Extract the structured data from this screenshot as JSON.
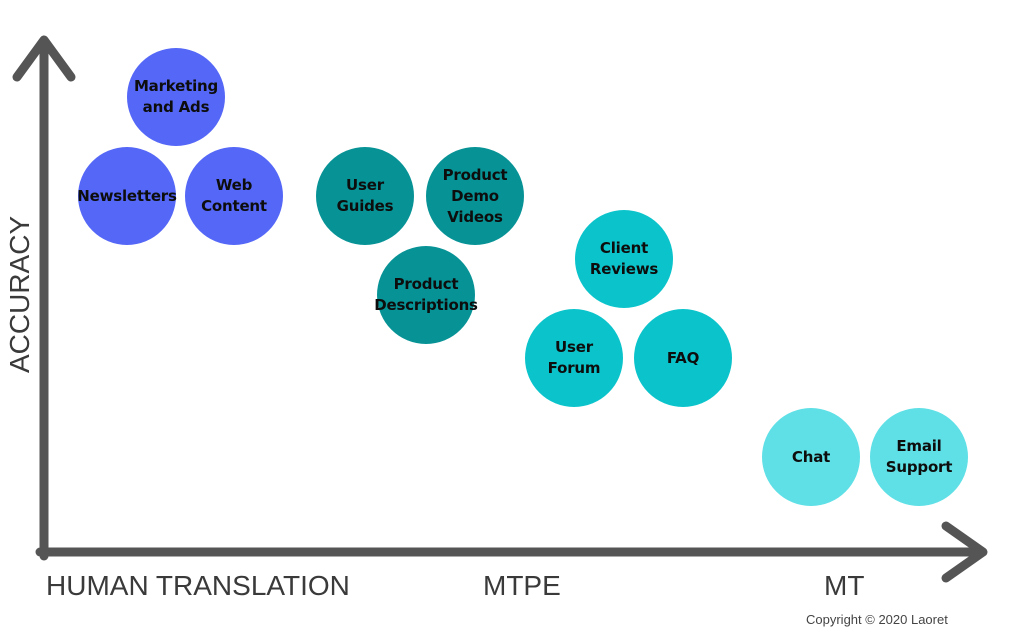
{
  "axes": {
    "y_label": "ACCURACY",
    "x_labels": [
      "HUMAN TRANSLATION",
      "MTPE",
      "MT"
    ]
  },
  "groups": [
    {
      "name": "human-translation",
      "color": "#5467f7",
      "items": [
        "Marketing\nand Ads",
        "Newsletters",
        "Web\nContent"
      ]
    },
    {
      "name": "mtpe-dark",
      "color": "#079396",
      "items": [
        "User\nGuides",
        "Product\nDemo\nVideos",
        "Product\nDescriptions"
      ]
    },
    {
      "name": "mtpe-light",
      "color": "#0bc4cb",
      "items": [
        "Client\nReviews",
        "User\nForum",
        "FAQ"
      ]
    },
    {
      "name": "mt",
      "color": "#5ee0e6",
      "items": [
        "Chat",
        "Email\nSupport"
      ]
    }
  ],
  "footer": {
    "copyright": "Copyright © 2020 Laoret"
  },
  "colors": {
    "axis": "#555555"
  }
}
